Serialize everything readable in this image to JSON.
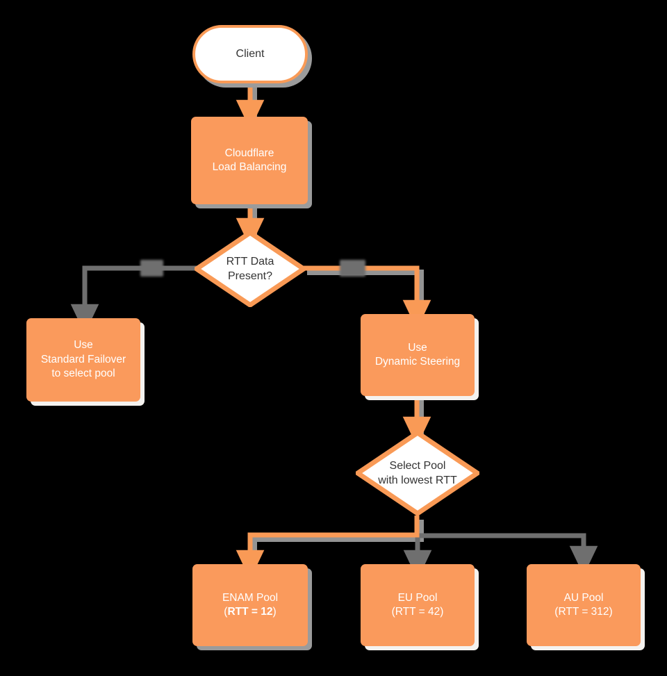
{
  "diagram": {
    "title": "Cloudflare Load Balancing dynamic steering decision flow",
    "type": "flowchart",
    "direction": "top-down",
    "background_color": "#000000",
    "colors": {
      "node_fill_orange": "#fa9a5c",
      "node_fill_white": "#ffffff",
      "node_border_orange": "#f99a56",
      "text_on_orange": "#ffffff",
      "text_on_white": "#333333",
      "edge_active": "#f99a56",
      "edge_inactive": "#6f6f6f",
      "shadow_gray": "#9b9b9b",
      "shadow_white": "#f4f2ef"
    }
  },
  "nodes": [
    {
      "id": "client",
      "name": "client-node",
      "shape": "stadium",
      "label": "Client",
      "lines": [
        "Client"
      ],
      "fill": "white",
      "shadow": "gray"
    },
    {
      "id": "lb",
      "name": "cloudflare-load-balancing-node",
      "shape": "rect",
      "label": "Cloudflare Load Balancing",
      "lines": [
        "Cloudflare",
        "Load Balancing"
      ],
      "fill": "orange",
      "shadow": "gray"
    },
    {
      "id": "rtt_present",
      "name": "rtt-data-present-decision",
      "shape": "diamond",
      "label": "RTT Data Present?",
      "lines": [
        "RTT Data",
        "Present?"
      ],
      "fill": "white",
      "shadow": "gray"
    },
    {
      "id": "failover",
      "name": "standard-failover-node",
      "shape": "rect",
      "label": "Use Standard Failover to select pool",
      "lines": [
        "Use",
        "Standard Failover",
        "to select pool"
      ],
      "fill": "orange",
      "shadow": "white"
    },
    {
      "id": "dynamic",
      "name": "dynamic-steering-node",
      "shape": "rect",
      "label": "Use Dynamic Steering",
      "lines": [
        "Use",
        "Dynamic Steering"
      ],
      "fill": "orange",
      "shadow": "white"
    },
    {
      "id": "select_pool",
      "name": "select-pool-lowest-rtt-decision",
      "shape": "diamond",
      "label": "Select Pool with lowest RTT",
      "lines": [
        "Select Pool",
        "with lowest RTT"
      ],
      "fill": "white",
      "shadow": "gray"
    },
    {
      "id": "enam",
      "name": "enam-pool-node",
      "shape": "rect",
      "label": "ENAM Pool (RTT = 12)",
      "lines": [
        "ENAM Pool",
        "(RTT = 12)"
      ],
      "line1": "ENAM Pool",
      "rtt_open": "(",
      "rtt_value": "RTT = 12",
      "rtt_close": ")",
      "emphasis": "bold",
      "fill": "orange",
      "shadow": "gray"
    },
    {
      "id": "eu",
      "name": "eu-pool-node",
      "shape": "rect",
      "label": "EU Pool (RTT = 42)",
      "lines": [
        "EU Pool",
        "(RTT = 42)"
      ],
      "line1": "EU Pool",
      "rtt_open": "(",
      "rtt_value": "RTT = 42",
      "rtt_close": ")",
      "emphasis": "normal",
      "fill": "orange",
      "shadow": "white"
    },
    {
      "id": "au",
      "name": "au-pool-node",
      "shape": "rect",
      "label": "AU Pool (RTT = 312)",
      "lines": [
        "AU Pool",
        "(RTT = 312)"
      ],
      "line1": "AU Pool",
      "rtt_open": "(",
      "rtt_value": "RTT = 312",
      "rtt_close": ")",
      "emphasis": "normal",
      "fill": "orange",
      "shadow": "white"
    }
  ],
  "edges": [
    {
      "from": "client",
      "to": "lb",
      "style": "active",
      "label": ""
    },
    {
      "from": "lb",
      "to": "rtt_present",
      "style": "active",
      "label": ""
    },
    {
      "from": "rtt_present",
      "to": "failover",
      "style": "inactive",
      "label": "",
      "label_obscured": true
    },
    {
      "from": "rtt_present",
      "to": "dynamic",
      "style": "active",
      "label": "",
      "label_obscured": true
    },
    {
      "from": "dynamic",
      "to": "select_pool",
      "style": "active",
      "label": ""
    },
    {
      "from": "select_pool",
      "to": "enam",
      "style": "active",
      "label": ""
    },
    {
      "from": "select_pool",
      "to": "eu",
      "style": "inactive",
      "label": ""
    },
    {
      "from": "select_pool",
      "to": "au",
      "style": "inactive",
      "label": ""
    }
  ]
}
